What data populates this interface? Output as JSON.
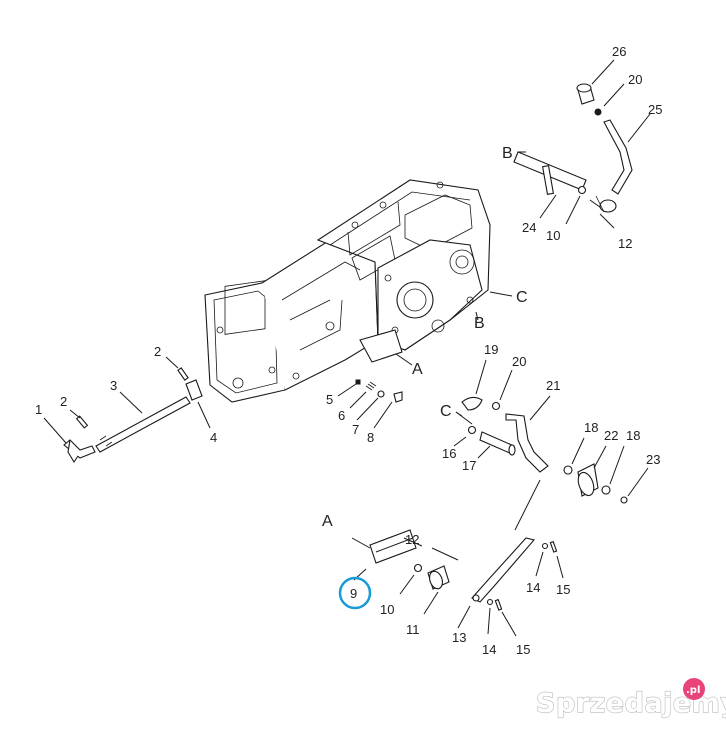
{
  "diagram": {
    "labels": {
      "l_1": "1",
      "l_2a": "2",
      "l_2b": "2",
      "l_3": "3",
      "l_4": "4",
      "l_5": "5",
      "l_6": "6",
      "l_7": "7",
      "l_8": "8",
      "l_9": "9",
      "l_10a": "10",
      "l_10b": "10",
      "l_11": "11",
      "l_12a": "12",
      "l_12b": "12",
      "l_13": "13",
      "l_14a": "14",
      "l_14b": "14",
      "l_15a": "15",
      "l_15b": "15",
      "l_16": "16",
      "l_17": "17",
      "l_18a": "18",
      "l_18b": "18",
      "l_19": "19",
      "l_20a": "20",
      "l_20b": "20",
      "l_21": "21",
      "l_22": "22",
      "l_23": "23",
      "l_24": "24",
      "l_25": "25",
      "l_26": "26",
      "l_A1": "A",
      "l_A2": "A",
      "l_B1": "B",
      "l_B2": "B",
      "l_C1": "C",
      "l_C2": "C"
    },
    "highlight": {
      "part": "9",
      "color": "#1a9ad6"
    }
  },
  "watermark": {
    "text": "Sprzedajemy",
    "badge": ".pl",
    "badge_color": "#e8447a"
  }
}
